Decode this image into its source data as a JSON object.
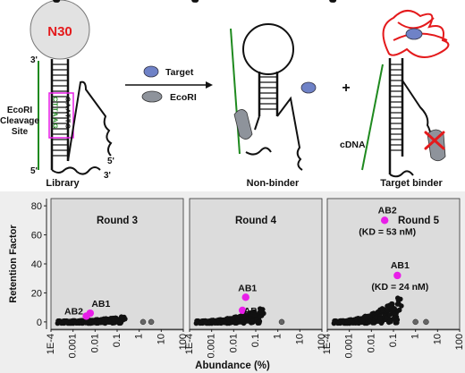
{
  "schematic": {
    "loop_label": "N30",
    "five_prime": "5'",
    "three_prime": "3'",
    "site_label_1": "EcoRI",
    "site_label_2": "Cleavage",
    "site_label_3": "Site",
    "seq_left": "CTTAAG",
    "seq_right": "GAATTC",
    "library_label": "Library",
    "target_label": "Target",
    "enzyme_label": "EcoRI",
    "plus": "+",
    "nonbinder_label": "Non-binder",
    "binder_label": "Target binder",
    "cdna_label": "cDNA"
  },
  "colors": {
    "red": "#e41a1c",
    "magenta": "#e81ee8",
    "green": "#1f8a1f",
    "target_blue": "#6f82c7",
    "enzyme_gray": "#8e939b",
    "panel_bg": "#e6e6e6"
  },
  "chart_data": {
    "type": "scatter",
    "ylabel": "Retention Factor",
    "xlabel": "Abundance (%)",
    "x_scale": "log",
    "xlim": [
      0.0001,
      100
    ],
    "ylim": [
      -5,
      85
    ],
    "y_ticks": [
      "0",
      "20",
      "40",
      "60",
      "80"
    ],
    "x_ticks": [
      "1E-4",
      "0.001",
      "0.01",
      "0.1",
      "1",
      "10",
      "100"
    ],
    "panels": [
      {
        "title": "Round 3",
        "points": [
          {
            "label": "AB1",
            "x": 0.006,
            "y": 6
          },
          {
            "label": "AB2",
            "x": 0.004,
            "y": 4
          }
        ],
        "outliers": [
          1.5,
          3.5
        ]
      },
      {
        "title": "Round 4",
        "points": [
          {
            "label": "AB1",
            "x": 0.035,
            "y": 17
          },
          {
            "label": "AB2",
            "x": 0.025,
            "y": 8
          }
        ],
        "outliers": [
          1.5
        ]
      },
      {
        "title": "Round 5",
        "points": [
          {
            "label": "AB2",
            "x": 0.04,
            "y": 70,
            "kd": "(KD = 53 nM)"
          },
          {
            "label": "AB1",
            "x": 0.15,
            "y": 32,
            "kd": "(KD = 24 nM)"
          }
        ],
        "outliers": [
          1,
          3
        ]
      }
    ]
  }
}
